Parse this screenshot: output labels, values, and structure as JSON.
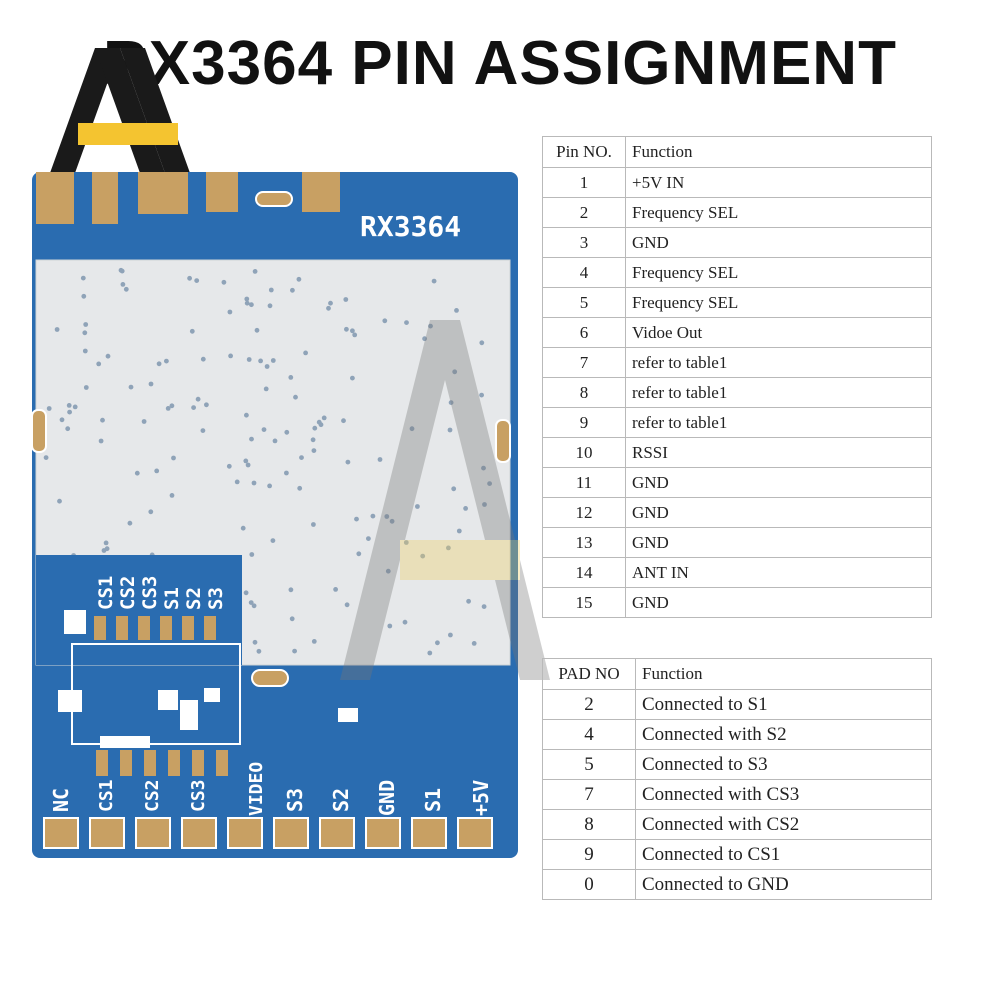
{
  "title": "RX3364 PIN ASSIGNMENT",
  "colors": {
    "pcb_blue": "#2a6cb0",
    "pcb_dark": "#1d5597",
    "shield": "#e6e8ea",
    "pad_gold": "#c8a063",
    "logo_yellow": "#f4c430"
  },
  "board": {
    "model_label": "RX3364",
    "pad_group_labels": [
      "CS1",
      "CS2",
      "CS3",
      "S1",
      "S2",
      "S3"
    ],
    "edge_labels": [
      "NC",
      "CS1",
      "CS2",
      "CS3",
      "VIDEO",
      "S3",
      "S2",
      "GND",
      "S1",
      "+5V"
    ]
  },
  "pin_table": {
    "headers": [
      "Pin NO.",
      "Function"
    ],
    "rows": [
      [
        "1",
        "+5V IN"
      ],
      [
        "2",
        "Frequency SEL"
      ],
      [
        "3",
        "GND"
      ],
      [
        "4",
        "Frequency SEL"
      ],
      [
        "5",
        "Frequency SEL"
      ],
      [
        "6",
        "Vidoe Out"
      ],
      [
        "7",
        "refer to  table1"
      ],
      [
        "8",
        "refer to  table1"
      ],
      [
        "9",
        "refer to  table1"
      ],
      [
        "10",
        "RSSI"
      ],
      [
        "11",
        "GND"
      ],
      [
        "12",
        "GND"
      ],
      [
        "13",
        "GND"
      ],
      [
        "14",
        "ANT IN"
      ],
      [
        "15",
        "GND"
      ]
    ]
  },
  "pad_table": {
    "headers": [
      "PAD NO",
      "Function"
    ],
    "rows": [
      [
        "2",
        "Connected to S1"
      ],
      [
        "4",
        "Connected with S2"
      ],
      [
        "5",
        "Connected to S3"
      ],
      [
        "7",
        "Connected with CS3"
      ],
      [
        "8",
        "Connected with CS2"
      ],
      [
        "9",
        "Connected to CS1"
      ],
      [
        "0",
        "Connected to GND"
      ]
    ]
  }
}
